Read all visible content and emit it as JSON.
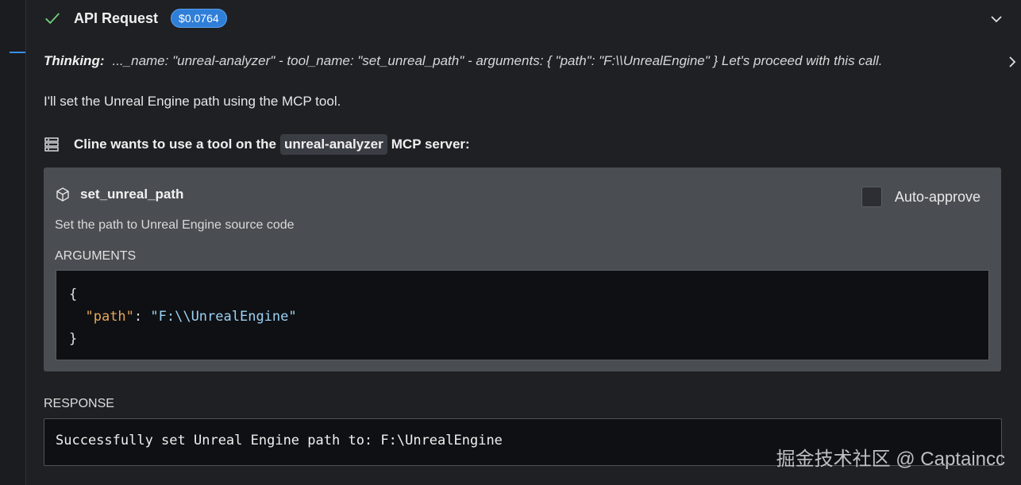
{
  "api_request": {
    "title": "API Request",
    "cost": "$0.0764"
  },
  "thinking": {
    "label": "Thinking:",
    "text": "..._name: \"unreal-analyzer\" - tool_name: \"set_unreal_path\" - arguments: { \"path\": \"F:\\\\UnrealEngine\" } Let's proceed with this call."
  },
  "message": "I'll set the Unreal Engine path using the MCP tool.",
  "mcp_request": {
    "prefix": "Cline wants to use a tool on the",
    "server": "unreal-analyzer",
    "suffix": "MCP server:"
  },
  "tool": {
    "name": "set_unreal_path",
    "description": "Set the path to Unreal Engine source code",
    "auto_approve_label": "Auto-approve",
    "auto_approve_checked": false,
    "arguments_label": "ARGUMENTS",
    "arguments": {
      "open": "{",
      "key": "\"path\"",
      "sep": ": ",
      "value": "\"F:\\\\UnrealEngine\"",
      "close": "}"
    }
  },
  "response": {
    "label": "RESPONSE",
    "text": "Successfully set Unreal Engine path to: F:\\UnrealEngine"
  },
  "watermark": "掘金技术社区 @ Captaincc",
  "icons": {
    "status": "check-icon",
    "expand": "chevron-down-icon",
    "thinking_expand": "chevron-right-icon",
    "server": "server-icon",
    "tool": "cube-icon"
  },
  "colors": {
    "accent": "#3b8eea",
    "cost_badge": "#2f7fd9",
    "success": "#6fcf7f",
    "json_key": "#e8a75a",
    "json_string": "#9bd2f5"
  }
}
